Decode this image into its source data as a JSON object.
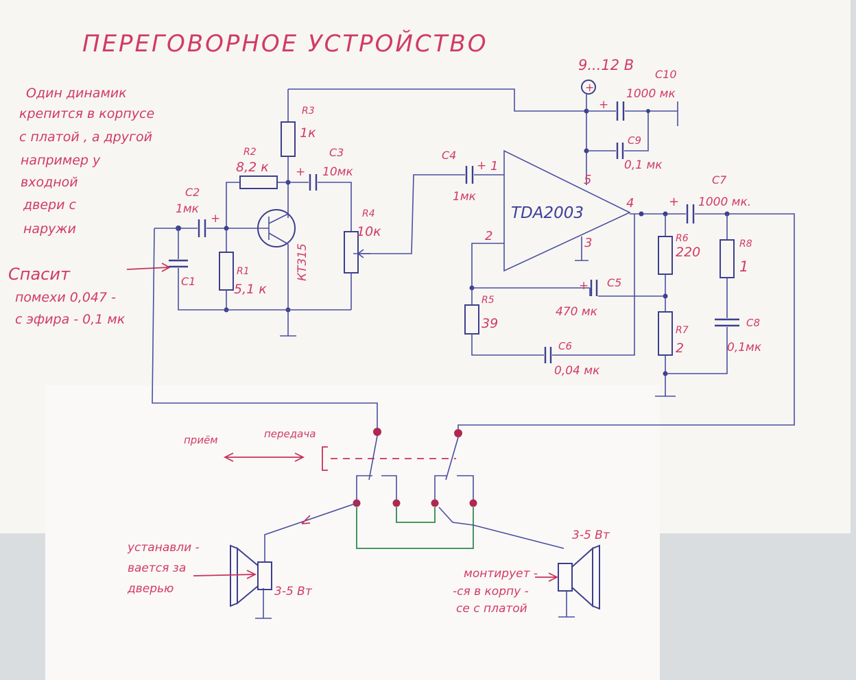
{
  "title": "ПЕРЕГОВОРНОЕ УСТРОЙСТВО",
  "notes": {
    "speaker_note": [
      "Один динамик",
      "крепится в корпусе",
      "с платой , а другой",
      "например у",
      "входной",
      "двери с",
      "наружи"
    ],
    "c1_note": [
      "Спасит",
      "помехи 0,047 -",
      "с эфира - 0,1 мк"
    ]
  },
  "power": {
    "label": "9...12 В",
    "symbol": "+"
  },
  "components": {
    "r1": {
      "name": "R1",
      "value": "5,1 к"
    },
    "r2": {
      "name": "R2",
      "value": "8,2 к"
    },
    "r3": {
      "name": "R3",
      "value": "1к"
    },
    "r4": {
      "name": "R4",
      "value": "10к"
    },
    "r5": {
      "name": "R5",
      "value": "39"
    },
    "r6": {
      "name": "R6",
      "value": "220"
    },
    "r7": {
      "name": "R7",
      "value": "2"
    },
    "r8": {
      "name": "R8",
      "value": "1"
    },
    "c1": {
      "name": "C1"
    },
    "c2": {
      "name": "C2",
      "value": "1мк"
    },
    "c3": {
      "name": "C3",
      "value": "10мк"
    },
    "c4": {
      "name": "C4",
      "value": "1мк"
    },
    "c5": {
      "name": "C5",
      "value": "470 мк"
    },
    "c6": {
      "name": "C6",
      "value": "0,04 мк"
    },
    "c7": {
      "name": "C7",
      "value": "1000 мк."
    },
    "c8": {
      "name": "C8",
      "value": "0,1мк"
    },
    "c9": {
      "name": "C9",
      "value": "0,1 мк"
    },
    "c10": {
      "name": "C10",
      "value": "1000 мк"
    },
    "transistor": {
      "name": "КТ315"
    },
    "ic": {
      "name": "TDA2003",
      "pins": {
        "p1": "1",
        "p2": "2",
        "p3": "3",
        "p4": "4",
        "p5": "5"
      }
    },
    "plus": "+"
  },
  "switch": {
    "receive": "приём",
    "transmit": "передача"
  },
  "speakers": {
    "left": {
      "power": "3-5 Вт",
      "note": [
        "устанавли -",
        "вается за",
        "дверью"
      ]
    },
    "right": {
      "power": "3-5 Вт",
      "note": [
        "монтирует -",
        "-ся в корпу -",
        "се с платой"
      ]
    }
  }
}
